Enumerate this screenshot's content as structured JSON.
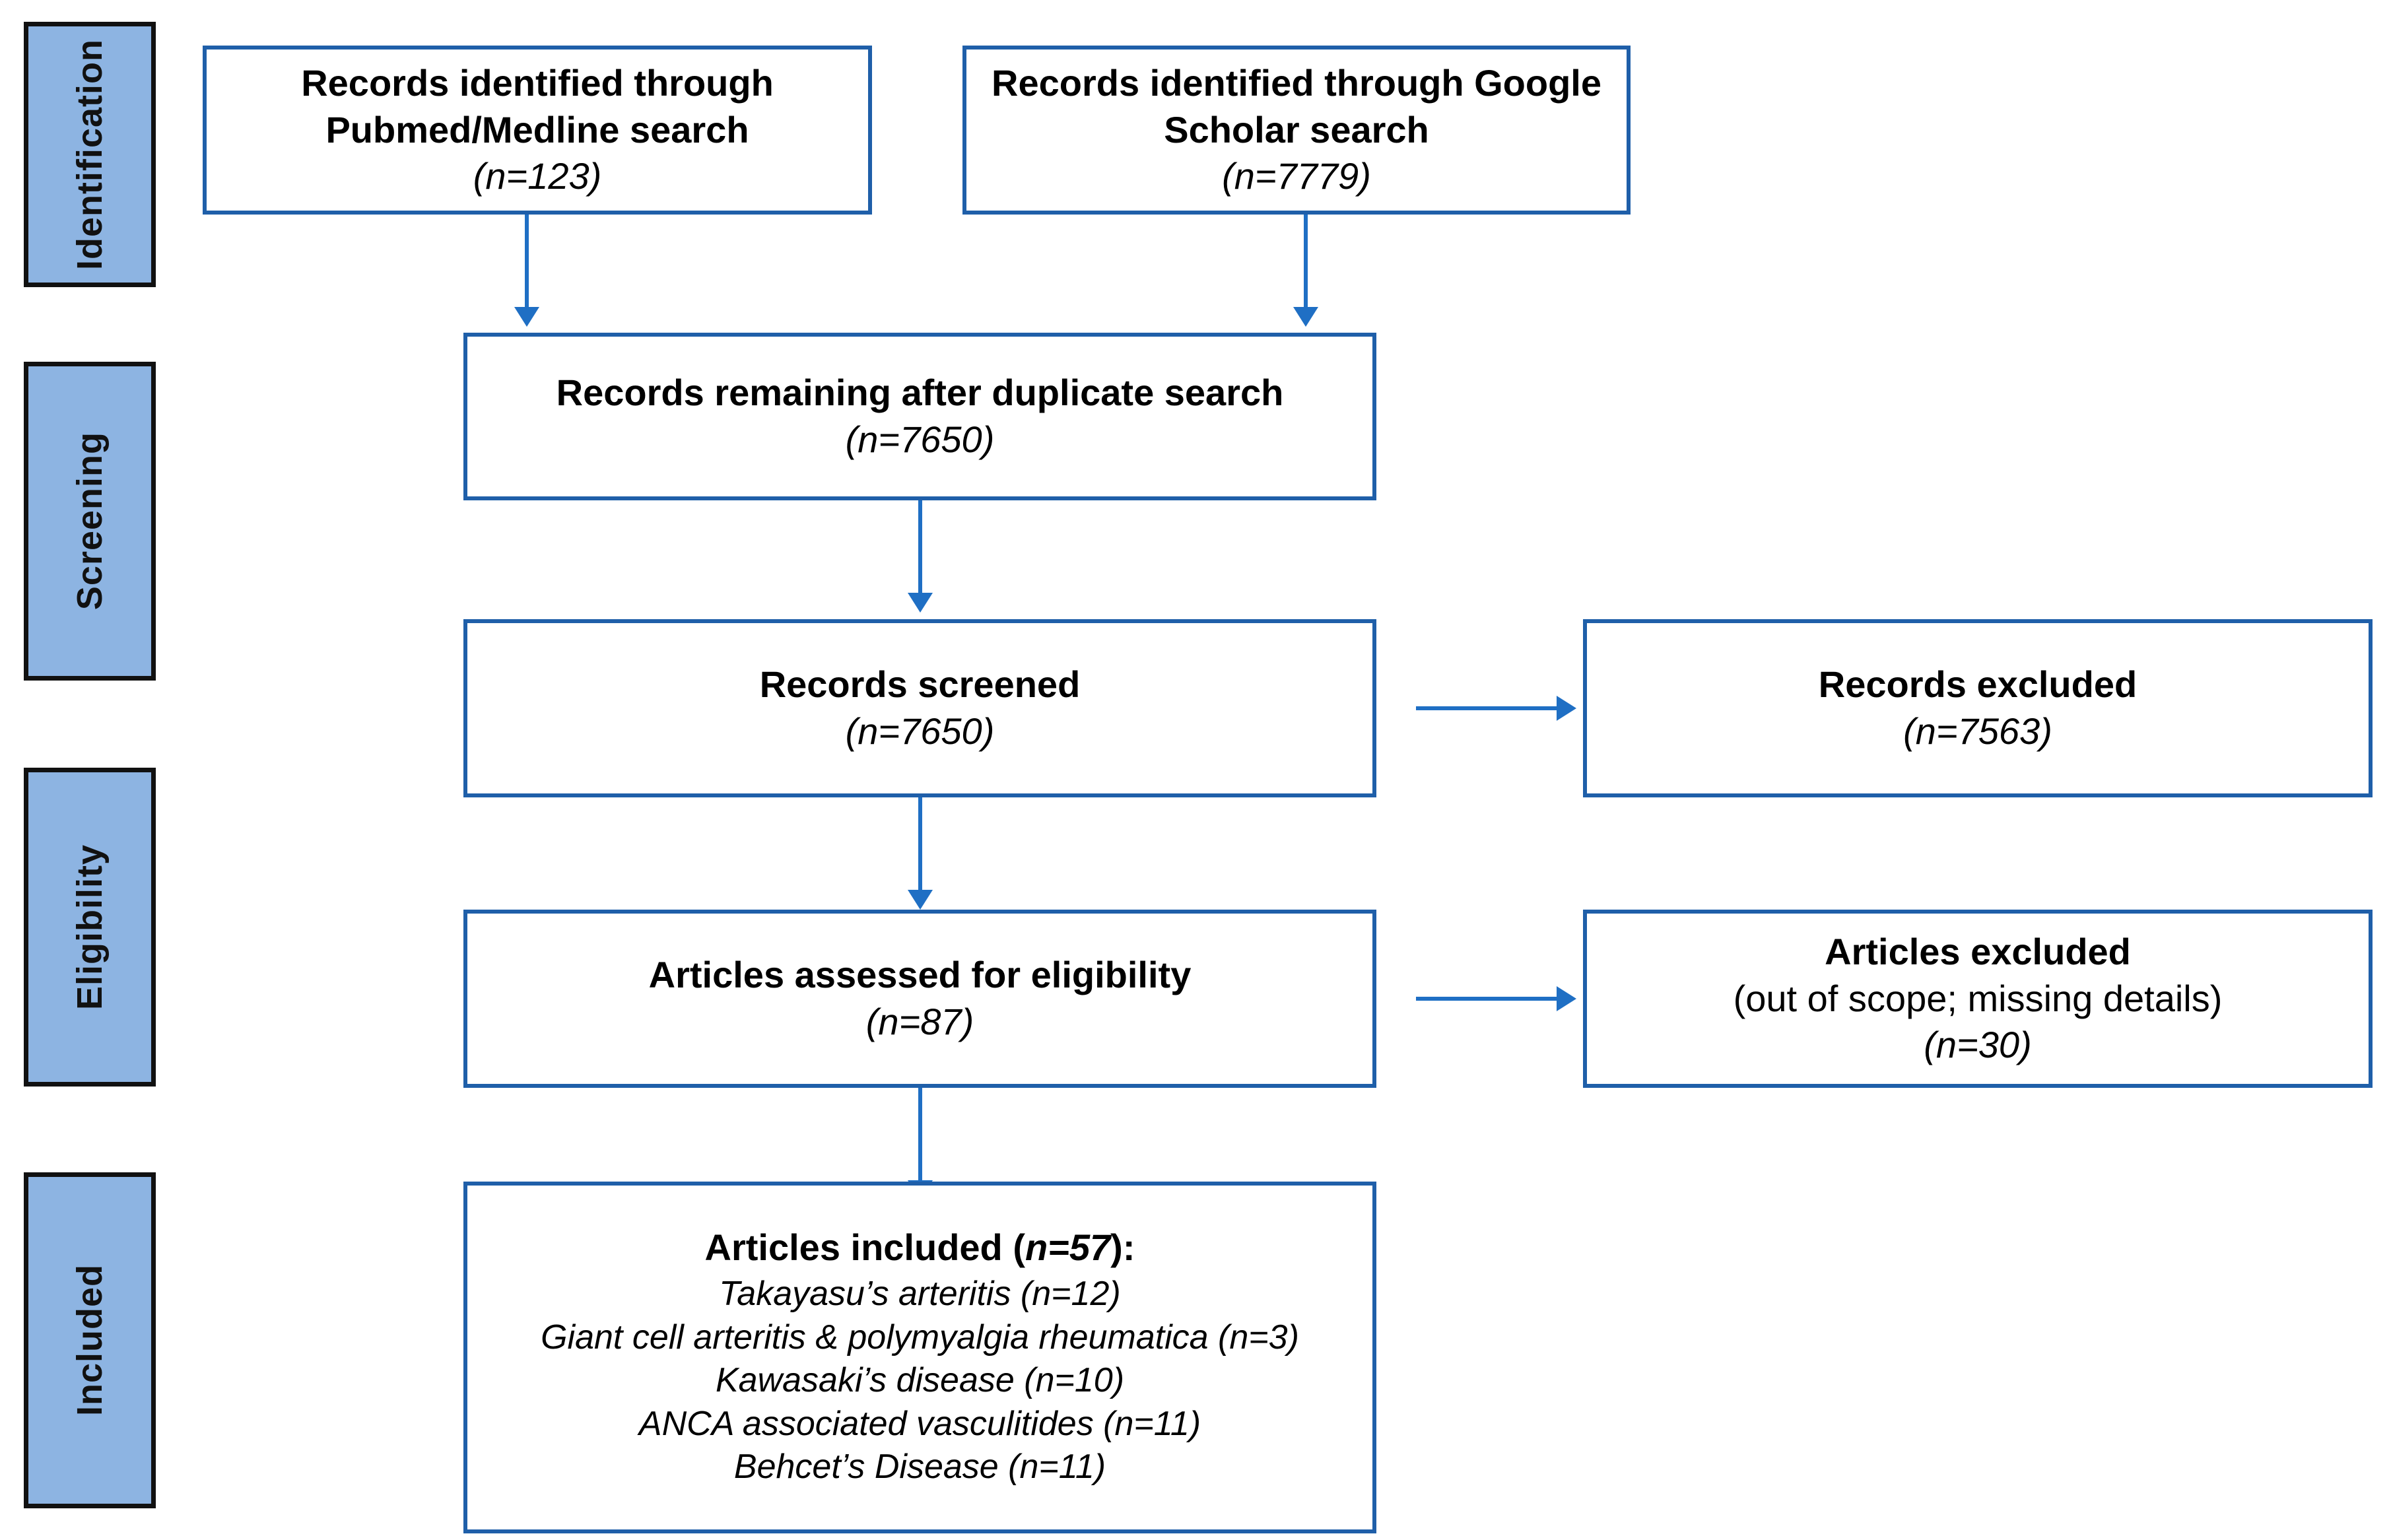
{
  "diagram": {
    "type": "prisma-flow-diagram",
    "accent_color": "#1F5FA9",
    "connector_color": "#1F6FC4",
    "stage_fill_color": "#8DB4E2",
    "stage_border_color": "#111111"
  },
  "stages": [
    {
      "label": "Identification"
    },
    {
      "label": "Screening"
    },
    {
      "label": "Eligibility"
    },
    {
      "label": "Included"
    }
  ],
  "boxes": {
    "pubmed": {
      "line1": "Records identified through",
      "line2": "Pubmed/Medline search",
      "count": "(n=123)"
    },
    "google_scholar": {
      "line1": "Records identified through Google",
      "line2": "Scholar search",
      "count": "(n=7779)"
    },
    "duplicates_removed": {
      "line1": "Records remaining after duplicate search",
      "count": "(n=7650)"
    },
    "records_screened": {
      "line1": "Records screened",
      "count": "(n=7650)"
    },
    "records_excluded": {
      "line1": "Records excluded",
      "count": "(n=7563)"
    },
    "articles_assessed": {
      "line1": "Articles assessed for eligibility",
      "count": "(n=87)"
    },
    "articles_excluded": {
      "line1": "Articles excluded",
      "line2": "(out of scope; missing details)",
      "count": "(n=30)"
    },
    "articles_included": {
      "title_prefix": "Articles included (",
      "title_n": "n=57",
      "title_suffix": "):",
      "items": [
        "Takayasu’s arteritis (n=12)",
        "Giant cell arteritis & polymyalgia rheumatica (n=3)",
        "Kawasaki’s disease (n=10)",
        "ANCA associated vasculitides (n=11)",
        "Behcet’s Disease (n=11)"
      ]
    }
  }
}
